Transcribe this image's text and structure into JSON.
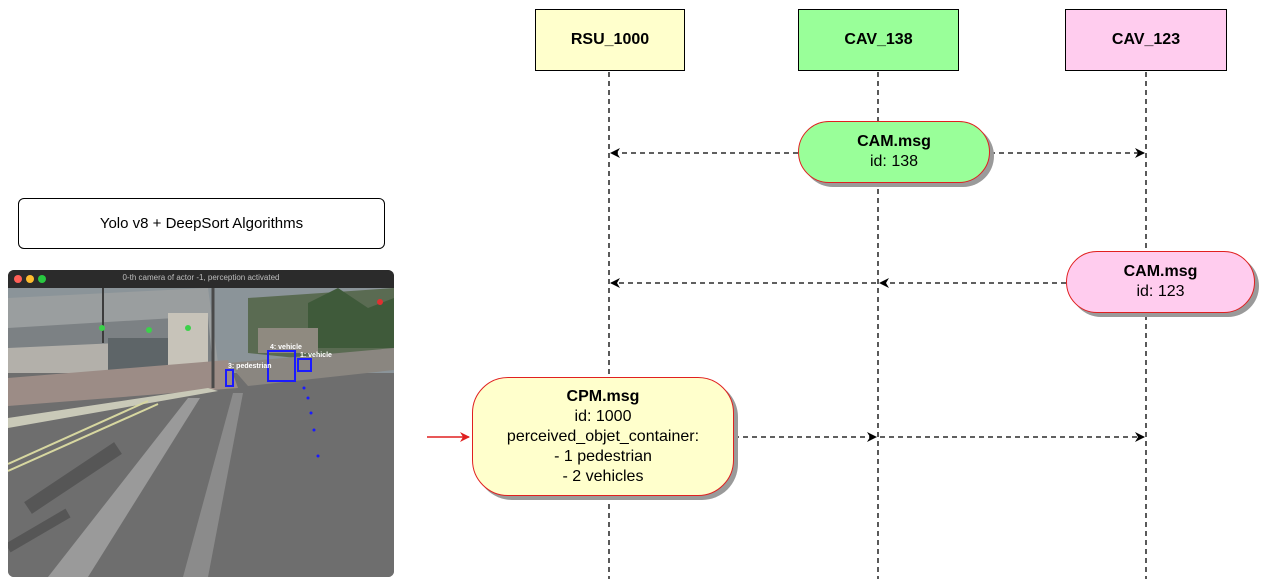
{
  "actors": [
    {
      "name": "RSU_1000",
      "color": "#ffffcc"
    },
    {
      "name": "CAV_138",
      "color": "#99ff99"
    },
    {
      "name": "CAV_123",
      "color": "#ffccee"
    }
  ],
  "messages": {
    "cam138": {
      "title": "CAM.msg",
      "id": "id: 138",
      "color": "#99ff99"
    },
    "cam123": {
      "title": "CAM.msg",
      "id": "id: 123",
      "color": "#ffccee"
    },
    "cpm1000": {
      "title": "CPM.msg",
      "id": "id: 1000",
      "container": "perceived_objet_container:",
      "item1": "- 1 pedestrian",
      "item2": "- 2 vehicles",
      "color": "#ffffcc"
    }
  },
  "perception": {
    "label": "Yolo v8 + DeepSort Algorithms",
    "window_title": "0-th camera of actor -1, perception activated",
    "detections": [
      "4: vehicle",
      "1: vehicle",
      "3: pedestrian"
    ]
  },
  "colors": {
    "arrow_in": "#e02020",
    "bbox": "#1a1aff"
  }
}
